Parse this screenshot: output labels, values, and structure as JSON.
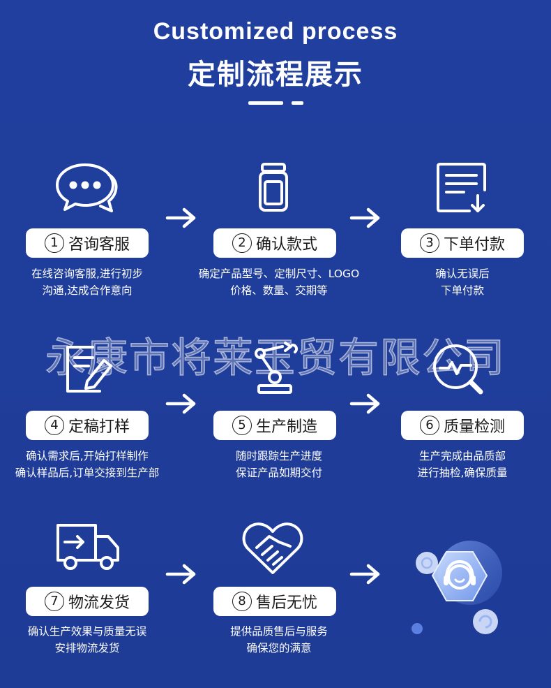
{
  "header": {
    "title_en": "Customized process",
    "title_cn": "定制流程展示"
  },
  "steps": [
    {
      "num": "1",
      "label": "咨询客服",
      "icon": "chat-bubbles-icon",
      "desc1": "在线咨询客服,进行初步",
      "desc2": "沟通,达成合作意向"
    },
    {
      "num": "2",
      "label": "确认款式",
      "icon": "bottle-icon",
      "desc1": "确定产品型号、定制尺寸、LOGO",
      "desc2": "价格、数量、交期等"
    },
    {
      "num": "3",
      "label": "下单付款",
      "icon": "order-document-icon",
      "desc1": "确认无误后",
      "desc2": "下单付款"
    },
    {
      "num": "4",
      "label": "定稿打样",
      "icon": "draft-edit-icon",
      "desc1": "确认需求后,开始打样制作",
      "desc2": "确认样品后,订单交接到生产部"
    },
    {
      "num": "5",
      "label": "生产制造",
      "icon": "robot-arm-icon",
      "desc1": "随时跟踪生产进度",
      "desc2": "保证产品如期交付"
    },
    {
      "num": "6",
      "label": "质量检测",
      "icon": "quality-inspect-icon",
      "desc1": "生产完成由品质部",
      "desc2": "进行抽检,确保质量"
    },
    {
      "num": "7",
      "label": "物流发货",
      "icon": "delivery-truck-icon",
      "desc1": "确认生产效果与质量无误",
      "desc2": "安排物流发货"
    },
    {
      "num": "8",
      "label": "售后无忧",
      "icon": "handshake-heart-icon",
      "desc1": "提供品质售后与服务",
      "desc2": "确保您的满意"
    }
  ],
  "watermark": "永康市将莱玉贸有限公司",
  "colors": {
    "background": "#1f3d9a",
    "pill": "#ffffff",
    "accent": "#8fb0ff"
  }
}
